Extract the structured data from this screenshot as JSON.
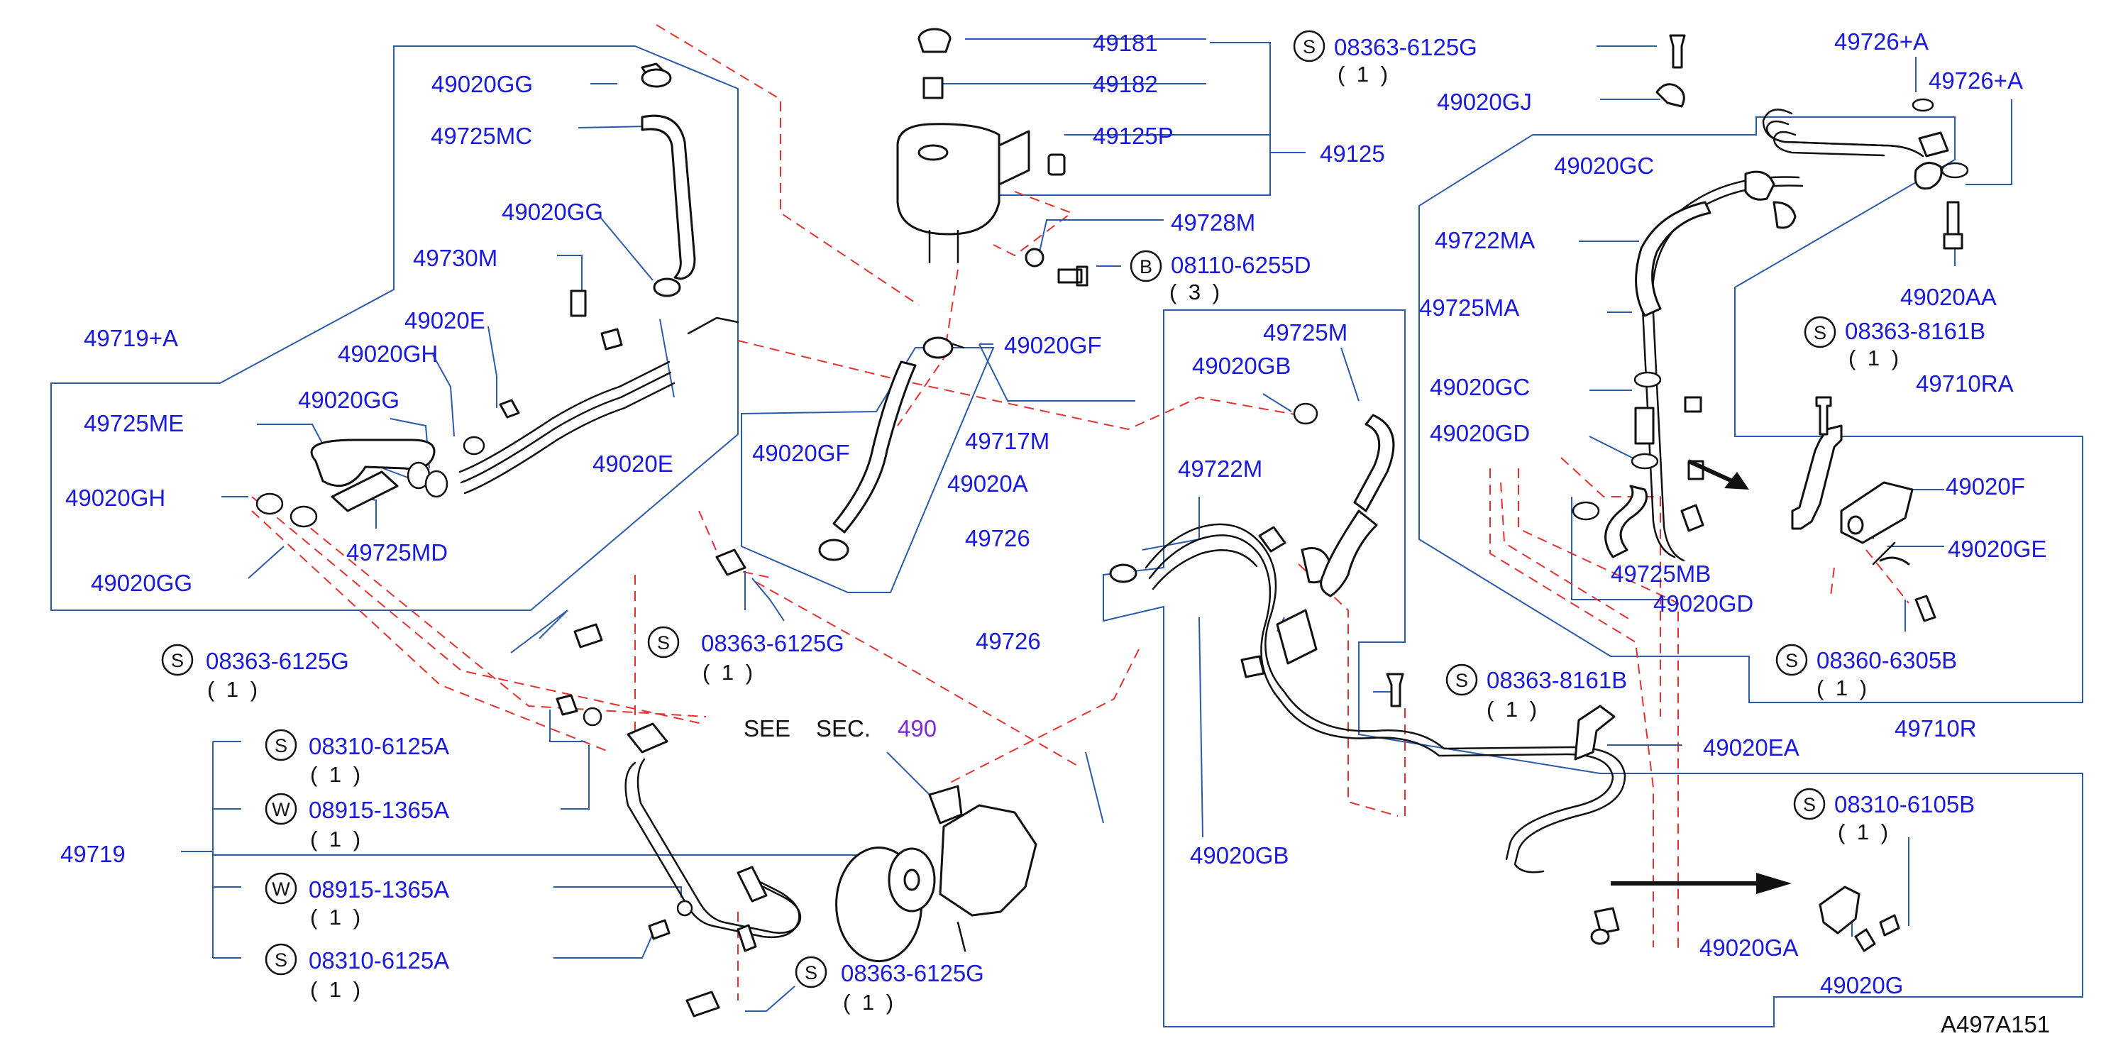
{
  "diagram": {
    "drawing_ref": "A497A151",
    "see_section": {
      "see": "SEE",
      "sec": "SEC.",
      "number": "490"
    },
    "symbols": {
      "s": "S",
      "w": "W",
      "b": "B"
    },
    "labels": {
      "p49181": "49181",
      "p49182": "49182",
      "p49125P": "49125P",
      "p49125": "49125",
      "p49728M": "49728M",
      "p08110_6255D": "08110-6255D",
      "q3": "( 3 )",
      "p08363_6125G_top": "08363-6125G",
      "q1_top": "( 1 )",
      "p49020GJ": "49020GJ",
      "p49726A_1": "49726+A",
      "p49726A_2": "49726+A",
      "p49020GC_1": "49020GC",
      "p49722MA": "49722MA",
      "p49725MA": "49725MA",
      "p49020AA": "49020AA",
      "p08363_8161B_a": "08363-8161B",
      "q1_a": "( 1 )",
      "p49710RA": "49710RA",
      "p49020GC_2": "49020GC",
      "p49020GD_1": "49020GD",
      "p49020F": "49020F",
      "p49020GE": "49020GE",
      "p49725MB": "49725MB",
      "p49020GD_2": "49020GD",
      "p08360_6305B": "08360-6305B",
      "q1_b": "( 1 )",
      "p49710R": "49710R",
      "p49020EA": "49020EA",
      "p08363_8161B_b": "08363-8161B",
      "q1_c": "( 1 )",
      "p08310_6105B": "08310-6105B",
      "q1_d": "( 1 )",
      "p49020GA": "49020GA",
      "p49020G": "49020G",
      "p49725M": "49725M",
      "p49020GB_1": "49020GB",
      "p49722M": "49722M",
      "p49020GB_2": "49020GB",
      "p49020GG_1": "49020GG",
      "p49725MC": "49725MC",
      "p49020GG_2": "49020GG",
      "p49730M": "49730M",
      "p49719A": "49719+A",
      "p49020E_1": "49020E",
      "p49020GH_1": "49020GH",
      "p49020GG_3": "49020GG",
      "p49725ME": "49725ME",
      "p49020E_2": "49020E",
      "p49020GH_2": "49020GH",
      "p49725MD": "49725MD",
      "p49020GG_4": "49020GG",
      "p49020GF_1": "49020GF",
      "p49717M": "49717M",
      "p49020GF_2": "49020GF",
      "p49020A": "49020A",
      "p49726_1": "49726",
      "p49726_2": "49726",
      "p08363_6125G_b": "08363-6125G",
      "q1_e": "( 1 )",
      "p08363_6125G_c": "08363-6125G",
      "q1_f": "( 1 )",
      "p49719": "49719",
      "p08310_6125A_1": "08310-6125A",
      "q1_g": "( 1 )",
      "p08915_1365A_1": "08915-1365A",
      "q1_h": "( 1 )",
      "p08915_1365A_2": "08915-1365A",
      "q1_i": "( 1 )",
      "p08310_6125A_2": "08310-6125A",
      "q1_j": "( 1 )",
      "p08363_6125G_d": "08363-6125G",
      "q1_k": "( 1 )"
    },
    "colors": {
      "label": "#1a1adc",
      "callout_box": "#2a5aa8",
      "hidden_line": "#e53030",
      "section_ref": "#7a2bd6",
      "part_outline": "#111111"
    }
  }
}
